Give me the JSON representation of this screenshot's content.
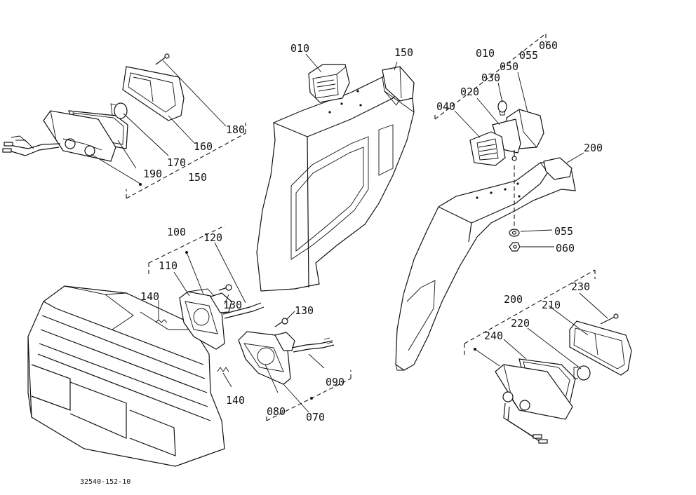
{
  "diagram": {
    "callouts": {
      "c010a": "010",
      "c150a": "150",
      "c010b": "010",
      "c060a": "060",
      "c055a": "055",
      "c050": "050",
      "c030": "030",
      "c020": "020",
      "c040": "040",
      "c200a": "200",
      "c055b": "055",
      "c060b": "060",
      "c180": "180",
      "c160": "160",
      "c170": "170",
      "c190": "190",
      "c150b": "150",
      "c100": "100",
      "c120": "120",
      "c110": "110",
      "c130a": "130",
      "c140a": "140",
      "c130b": "130",
      "c090": "090",
      "c140b": "140",
      "c080": "080",
      "c070": "070",
      "c200b": "200",
      "c230": "230",
      "c210": "210",
      "c220": "220",
      "c240": "240"
    },
    "drawing_code": "32540-152-10"
  }
}
